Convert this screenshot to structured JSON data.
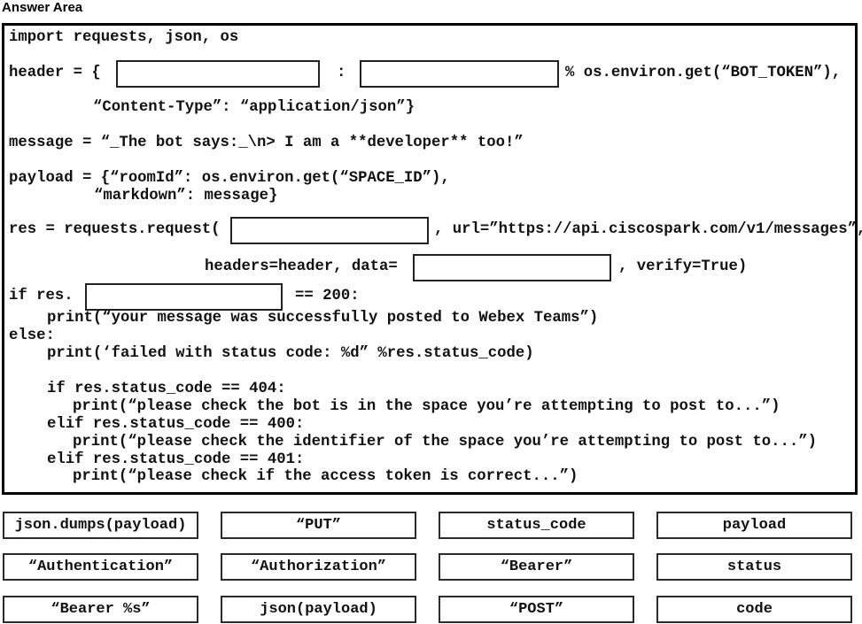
{
  "page": {
    "title": "Answer Area"
  },
  "colors": {
    "text": "#111111",
    "panel_border": "#000000",
    "token_border": "#2b2b2b",
    "background": "#ffffff"
  },
  "code": {
    "import_line": "import requests, json, os",
    "header": {
      "pre": "header = {",
      "colon": ":",
      "post": "% os.environ.get(“BOT_TOKEN”),"
    },
    "content_type_line": "“Content-Type”: “application/json”}",
    "message_line": "message = “_The bot says:_\\n> I am a **developer** too!”",
    "payload_line": "payload = {“roomId”: os.environ.get(“SPACE_ID”),",
    "markdown_line": "“markdown”: message}",
    "request": {
      "pre": "res = requests.request(",
      "post": ", url=”https://api.ciscospark.com/v1/messages”,"
    },
    "request2": {
      "pre": "headers=header, data=",
      "post": ", verify=True)"
    },
    "if": {
      "pre": "if res.",
      "post": "== 200:"
    },
    "print_success": "print(“your message was successfully posted to Webex Teams”)",
    "else_line": "else:",
    "print_failed": "print(‘failed with status code: %d” %res.status_code)",
    "if_404": "if res.status_code == 404:",
    "print_404": "print(“please check the bot is in the space you’re attempting to post to...”)",
    "elif_400": "elif res.status_code == 400:",
    "print_400": "print(“please check the identifier of the space you’re attempting to post to...”)",
    "elif_401": "elif res.status_code == 401:",
    "print_401": "print(“please check if the access token is correct...”)"
  },
  "tokens": [
    "json.dumps(payload)",
    "“PUT”",
    "status_code",
    "payload",
    "“Authentication”",
    "“Authorization”",
    "“Bearer”",
    "status",
    "“Bearer %s”",
    "json(payload)",
    "“POST”",
    "code"
  ]
}
